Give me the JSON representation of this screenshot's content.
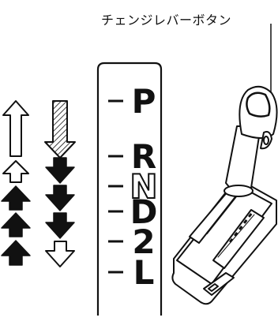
{
  "callout": {
    "label": "チェンジレバーボタン"
  },
  "gate": {
    "positions": [
      "P",
      "R",
      "N",
      "D",
      "2",
      "L"
    ]
  },
  "colors": {
    "ink": "#111111",
    "paper": "#ffffff"
  }
}
